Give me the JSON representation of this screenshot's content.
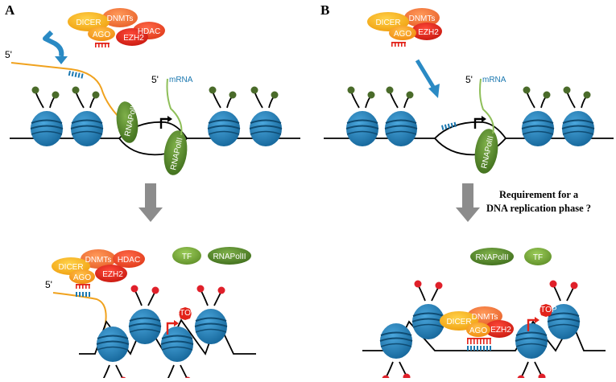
{
  "panels": {
    "a": {
      "letter": "A"
    },
    "b": {
      "letter": "B"
    }
  },
  "labels": {
    "five_prime": "5'",
    "mrna": "mRNA",
    "dicer": "DICER",
    "dnmts": "DNMTs",
    "hdac": "HDAC",
    "ago": "AGO",
    "ezh2": "EZH2",
    "rnapolii": "RNAPolII",
    "tf": "TF",
    "stop": "STOP"
  },
  "question": {
    "line1": "Requirement for a",
    "line2": "DNA replication phase ?"
  },
  "colors": {
    "nucleosome": "#1f7fb8",
    "nucleosome_dark": "#155a86",
    "polymerase": "#5a8f2e",
    "tf": "#77a83a",
    "rna": "#f0a21e",
    "mrna": "#8fbf5a",
    "dicer": "#f5b51a",
    "dnmts": "#f07a3a",
    "hdac": "#ee4b2b",
    "ezh2": "#e2231a",
    "ago": "#f59a1a",
    "histone_mark_active": "#4a6b2a",
    "histone_mark_repressive": "#e0202a",
    "arrow_gray": "#8c8c8c",
    "arrow_blue": "#2a8ac4"
  }
}
